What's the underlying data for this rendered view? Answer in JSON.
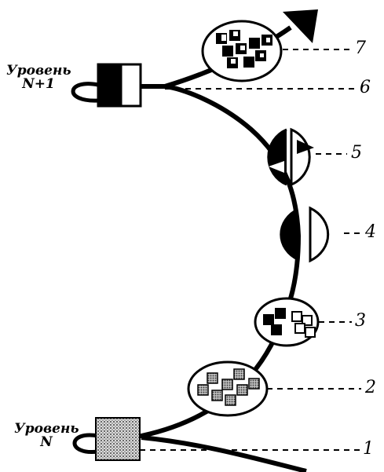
{
  "labels": {
    "level_top_line1": "Уровень",
    "level_top_line2": "N+1",
    "level_bottom_line1": "Уровень",
    "level_bottom_line2": "N"
  },
  "stages": [
    {
      "number": "7",
      "name": "icon-cluster-high"
    },
    {
      "number": "6",
      "name": "level-n1-block"
    },
    {
      "number": "5",
      "name": "split-circle-arrows"
    },
    {
      "number": "4",
      "name": "two-halves"
    },
    {
      "number": "3",
      "name": "black-white-squares"
    },
    {
      "number": "2",
      "name": "mixed-squares"
    },
    {
      "number": "1",
      "name": "level-n-block"
    }
  ],
  "colors": {
    "ink": "#000000",
    "paper": "#ffffff",
    "dot": "#555555"
  }
}
